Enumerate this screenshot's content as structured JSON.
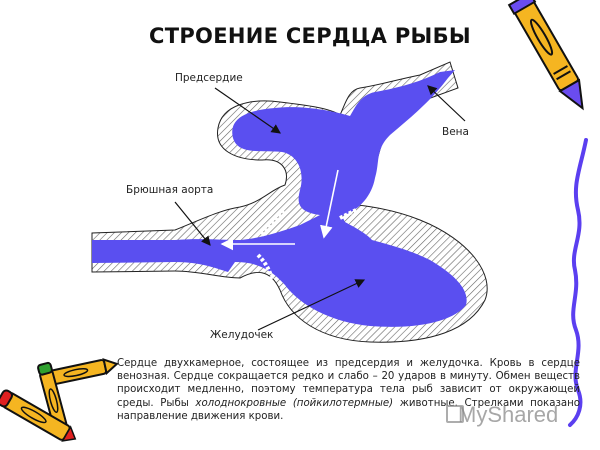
{
  "title": "СТРОЕНИЕ СЕРДЦА РЫБЫ",
  "labels": {
    "atrium": "Предсердие",
    "vein": "Вена",
    "aorta": "Брюшная аорта",
    "ventricle": "Желудочек"
  },
  "description": {
    "part1": "Сердце двухкамерное, состоящее из предсердия и желудочка. Кровь в сердце венозная. Сердце сокращается редко и слабо – 20 ударов в минуту. Обмен веществ происходит медленно, поэтому температура тела рыб зависит от окружающей среды. Рыбы ",
    "italic": "холоднокровные (пойкилотермные)",
    "part2": " животные. Стрелками показано направление движения крови."
  },
  "watermark": "MyShared",
  "colors": {
    "blood": "#5a4ff0",
    "wall_hatch": "#555555",
    "pencil_yellow": "#f5b521",
    "pencil_purple": "#6a4cf0",
    "pencil_red": "#e02020",
    "pencil_green": "#2fa02f",
    "squiggle": "#5b3ff0"
  }
}
